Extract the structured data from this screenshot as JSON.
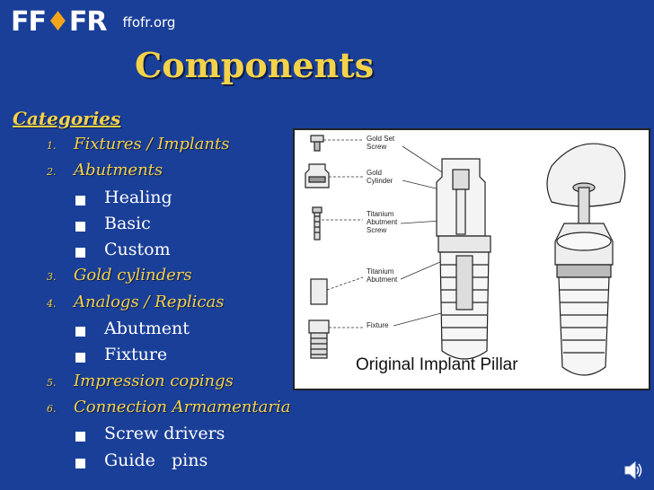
{
  "header": {
    "logo": "FFOFR",
    "site": "ffofr.org"
  },
  "title": "Components",
  "section": "Categories",
  "items": [
    {
      "num": "1.",
      "label": "Fixtures / Implants",
      "subs": []
    },
    {
      "num": "2.",
      "label": "Abutments",
      "subs": [
        "Healing",
        "Basic",
        "Custom"
      ]
    },
    {
      "num": "3.",
      "label": "Gold cylinders",
      "subs": []
    },
    {
      "num": "4.",
      "label": "Analogs / Replicas",
      "subs": [
        "Abutment",
        "Fixture"
      ]
    },
    {
      "num": "5.",
      "label": "Impression copings",
      "subs": []
    },
    {
      "num": "6.",
      "label": "Connection Armamentaria",
      "subs": [
        "Screw drivers",
        "Guide   pins"
      ]
    }
  ],
  "figure": {
    "caption": "Original Implant Pillar",
    "labels": [
      "Gold Set Screw",
      "Gold Cylinder",
      "Titanium Abutment Screw",
      "Titanium Abutment",
      "Fixture"
    ]
  },
  "colors": {
    "background": "#1a3f98",
    "accent": "#f4d24a",
    "text": "#ffffff"
  },
  "icons": {
    "speaker": "speaker-icon"
  }
}
